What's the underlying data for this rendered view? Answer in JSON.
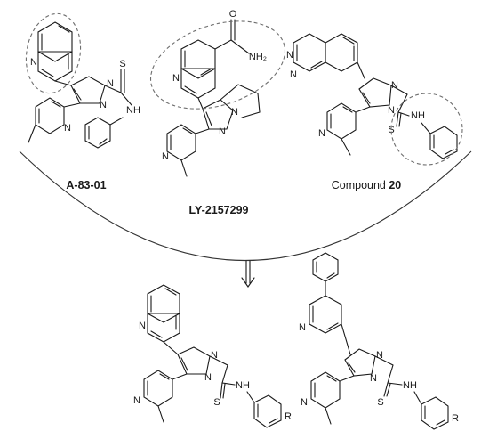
{
  "compounds": {
    "a8301": {
      "label": "A-83-01"
    },
    "ly": {
      "label": "LY-2157299"
    },
    "c20": {
      "label_prefix": "Compound ",
      "label_number": "20"
    }
  },
  "atoms": {
    "N": "N",
    "NH": "NH",
    "S": "S",
    "O": "O",
    "NH2": "NH₂",
    "R": "R"
  },
  "colors": {
    "ink": "#1a1a1a",
    "highlight": "#6e6e6e"
  }
}
